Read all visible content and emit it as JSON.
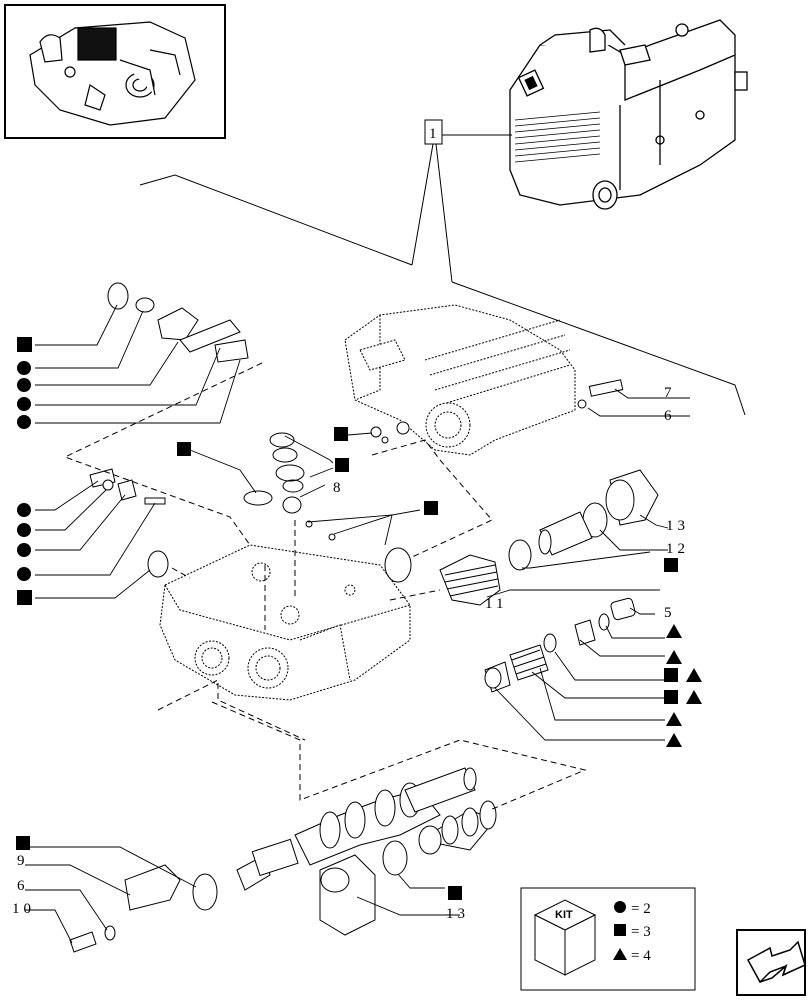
{
  "callouts": {
    "ref_1": "1",
    "n5": "5",
    "n6a": "6",
    "n6b": "6",
    "n7": "7",
    "n8": "8",
    "n9": "9",
    "n10": "10",
    "n11": "11",
    "n12": "12",
    "n13a": "13",
    "n13b": "13"
  },
  "legend": {
    "badge": "KIT",
    "rows": [
      {
        "symbol": "circle",
        "value": "= 2"
      },
      {
        "symbol": "square",
        "value": "= 3"
      },
      {
        "symbol": "triangle",
        "value": "= 4"
      }
    ]
  },
  "icons": {
    "thumbnail": "assembly-thumbnail-icon",
    "nav": "next-page-arrow-icon"
  }
}
